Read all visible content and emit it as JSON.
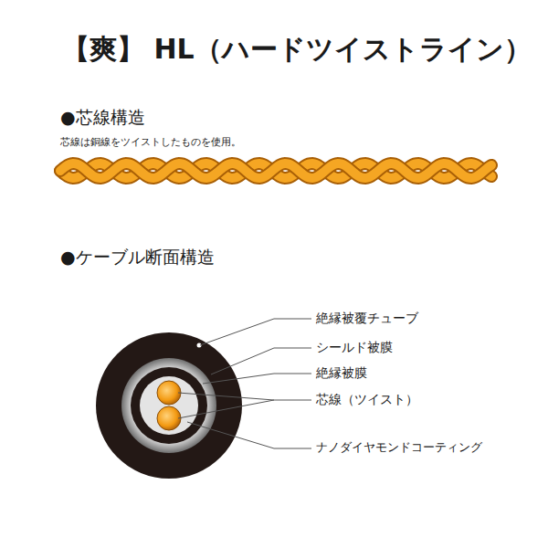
{
  "diagram": {
    "title": "【爽】 HL（ハードツイストライン）",
    "labels": [
      "●芯線構造",
      "芯線は銅線をツイストしたものを使用。",
      "●ケーブル断面構造",
      "絶縁被覆チューブ",
      "シールド被膜",
      "絶縁被膜",
      "芯線（ツイスト）",
      "ナノダイヤモンドコーティング"
    ]
  }
}
